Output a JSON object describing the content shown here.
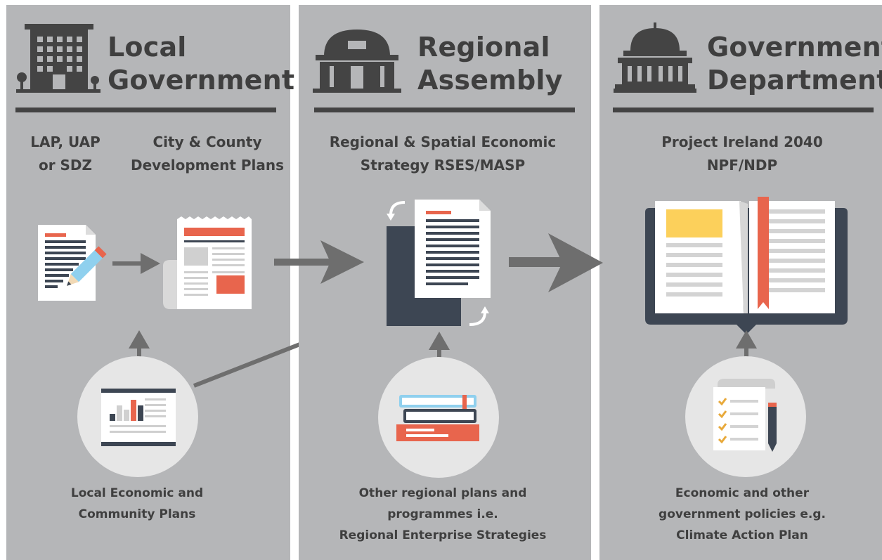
{
  "panels": [
    {
      "title_line1": "Local",
      "title_line2": "Government",
      "sub_a_line1": "LAP, UAP",
      "sub_a_line2": "or SDZ",
      "sub_b_line1": "City & County",
      "sub_b_line2": "Development Plans",
      "caption_line1": "Local Economic and",
      "caption_line2": "Community Plans",
      "header_icon": "office-building-icon",
      "bottom_icon": "presentation-chart-icon"
    },
    {
      "title_line1": "Regional",
      "title_line2": "Assembly",
      "sub_line1": "Regional & Spatial Economic",
      "sub_line2": "Strategy RSES/MASP",
      "caption_line1": "Other regional plans and",
      "caption_line2": "programmes i.e.",
      "caption_line3": "Regional Enterprise Strategies",
      "header_icon": "domed-hall-icon",
      "bottom_icon": "stacked-books-icon"
    },
    {
      "title_line1": "Government",
      "title_line2": "Department",
      "sub_line1": "Project Ireland 2040",
      "sub_line2": "NPF/NDP",
      "caption_line1": "Economic and other",
      "caption_line2": "government policies e.g.",
      "caption_line3": "Climate Action Plan",
      "header_icon": "capitol-dome-icon",
      "bottom_icon": "checklist-pencil-icon"
    }
  ],
  "colors": {
    "panel_bg": "#b5b6b8",
    "dark": "#434343",
    "navy": "#3d4653",
    "accent_red": "#e8654d",
    "accent_yellow": "#fcd05b",
    "arrow": "#6e6e6e",
    "circle": "#e6e6e6"
  }
}
